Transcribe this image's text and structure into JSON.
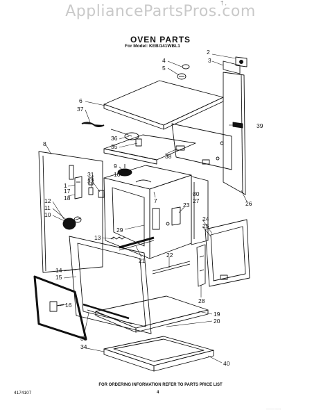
{
  "watermark": "AppliancePartsPros.com",
  "header_noise": "† ,",
  "title": "OVEN PARTS",
  "model_line": "For Model: KEBI141WBL1",
  "footer": "FOR ORDERING INFORMATION REFER TO PARTS PRICE LIST",
  "page_number": "4",
  "doc_number": "4174107",
  "small_print": "............ .........",
  "callouts": {
    "c1": "1",
    "c2": "2",
    "c3": "3",
    "c4": "4",
    "c5": "5",
    "c6": "6",
    "c7": "7",
    "c8": "8",
    "c9": "9",
    "c10": "10",
    "c11": "11",
    "c12": "12",
    "c13": "13",
    "c14": "14",
    "c15": "15",
    "c16": "16",
    "c17": "17",
    "c18": "18",
    "c19": "19",
    "c20": "20",
    "c21": "21",
    "c22": "22",
    "c23": "23",
    "c24": "24",
    "c25": "25",
    "c26": "26",
    "c27": "27",
    "c28": "28",
    "c29": "29",
    "c30": "30",
    "c31": "31",
    "c32": "32",
    "c33": "33",
    "c34": "34",
    "c35": "35",
    "c36": "36",
    "c37": "37",
    "c38": "38",
    "c39": "39",
    "c40": "40"
  }
}
